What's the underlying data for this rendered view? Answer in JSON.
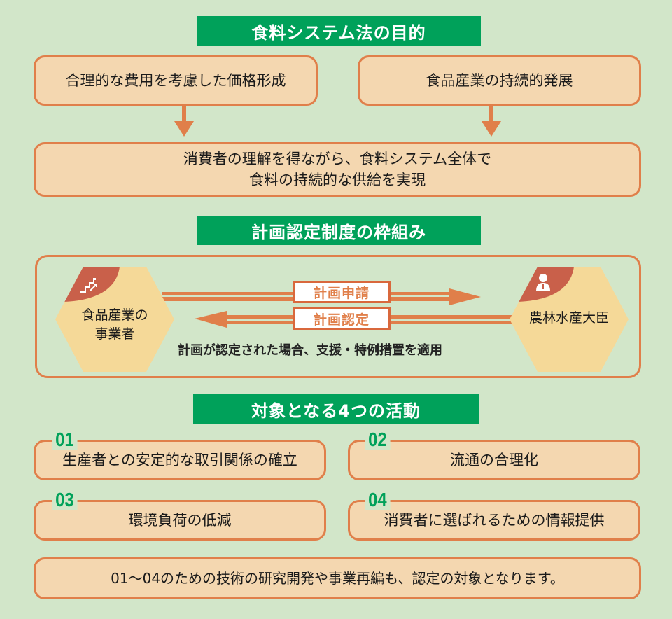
{
  "section1": {
    "title": "食料システム法の目的",
    "goal_left": "合理的な費用を考慮した価格形成",
    "goal_right": "食品産業の持続的発展",
    "outcome_line1": "消費者の理解を得ながら、食料システム全体で",
    "outcome_line2": "食料の持続的な供給を実現"
  },
  "section2": {
    "title": "計画認定制度の枠組み",
    "actor_left": {
      "icon": "stairs-up-icon",
      "line1": "食品産業の",
      "line2": "事業者"
    },
    "actor_right": {
      "icon": "official-person-icon",
      "label": "農林水産大臣"
    },
    "arrow_to_right_label": "計画申請",
    "arrow_to_left_label": "計画認定",
    "note": "計画が認定された場合、支援・特例措置を適用"
  },
  "section3": {
    "title": "対象となる4つの活動",
    "activities": [
      {
        "num": "01",
        "text": "生産者との安定的な取引関係の確立"
      },
      {
        "num": "02",
        "text": "流通の合理化"
      },
      {
        "num": "03",
        "text": "環境負荷の低減"
      },
      {
        "num": "04",
        "text": "消費者に選ばれるための情報提供"
      }
    ],
    "footer": "01～04のための技術の研究開発や事業再編も、認定の対象となります。"
  },
  "colors": {
    "background": "#d2e6c9",
    "banner_green": "#00a15a",
    "box_fill": "#f4d7b0",
    "box_border": "#e07f4a",
    "hex_fill": "#f5d998",
    "icon_badge": "#c9604a"
  }
}
